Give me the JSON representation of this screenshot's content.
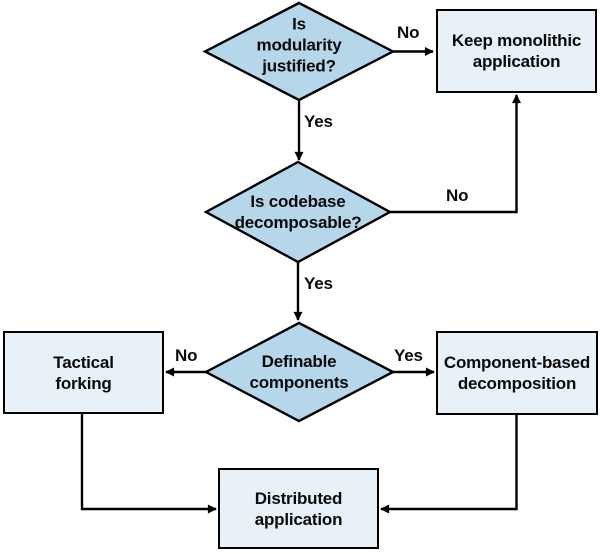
{
  "diagram": {
    "type": "flowchart",
    "topic": "Monolith decomposition decision flow"
  },
  "nodes": {
    "modularity_decision": {
      "type": "decision",
      "label": "Is\nmodularity\njustified?"
    },
    "codebase_decision": {
      "type": "decision",
      "label": "Is codebase\ndecomposable?"
    },
    "components_decision": {
      "type": "decision",
      "label": "Definable\ncomponents"
    },
    "keep_monolithic": {
      "type": "process",
      "label": "Keep monolithic\napplication"
    },
    "tactical_forking": {
      "type": "process",
      "label": "Tactical\nforking"
    },
    "component_based": {
      "type": "process",
      "label": "Component-based\ndecomposition"
    },
    "distributed_application": {
      "type": "process",
      "label": "Distributed\napplication"
    }
  },
  "edges": [
    {
      "from": "modularity_decision",
      "to": "keep_monolithic",
      "label": "No"
    },
    {
      "from": "modularity_decision",
      "to": "codebase_decision",
      "label": "Yes"
    },
    {
      "from": "codebase_decision",
      "to": "keep_monolithic",
      "label": "No"
    },
    {
      "from": "codebase_decision",
      "to": "components_decision",
      "label": "Yes"
    },
    {
      "from": "components_decision",
      "to": "tactical_forking",
      "label": "No"
    },
    {
      "from": "components_decision",
      "to": "component_based",
      "label": "Yes"
    },
    {
      "from": "tactical_forking",
      "to": "distributed_application",
      "label": ""
    },
    {
      "from": "component_based",
      "to": "distributed_application",
      "label": ""
    }
  ],
  "colors": {
    "decision_fill": "#b6d7ea",
    "process_fill": "#e8f1f8",
    "line": "#000000",
    "text": "#0a0a0a",
    "background": "#ffffff"
  }
}
